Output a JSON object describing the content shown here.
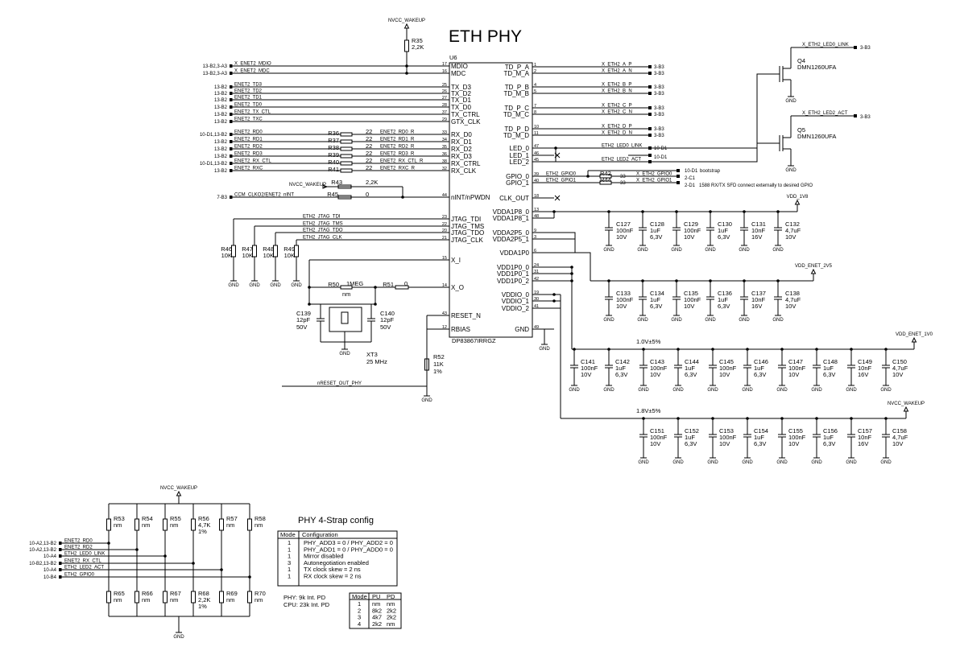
{
  "title": "ETH PHY",
  "ic": {
    "ref": "U6",
    "part": "DP83867IRRGZ",
    "left_pins": [
      {
        "num": "17",
        "name": "MDIO",
        "net": "X_ENET2_MDIO",
        "ref": "13-B2,3-A3"
      },
      {
        "num": "16",
        "name": "MDC",
        "net": "X_ENET2_MDC",
        "ref": "13-B2,3-A3"
      },
      {
        "num": "25",
        "name": "TX_D3",
        "net": "ENET2_TD3",
        "ref": "13-B2"
      },
      {
        "num": "26",
        "name": "TX_D2",
        "net": "ENET2_TD2",
        "ref": "13-B2"
      },
      {
        "num": "27",
        "name": "TX_D1",
        "net": "ENET2_TD1",
        "ref": "13-B2"
      },
      {
        "num": "28",
        "name": "TX_D0",
        "net": "ENET2_TD0",
        "ref": "13-B2"
      },
      {
        "num": "37",
        "name": "TX_CTRL",
        "net": "ENET2_TX_CTL",
        "ref": "13-B2"
      },
      {
        "num": "29",
        "name": "GTX_CLK",
        "net": "ENET2_TXC",
        "ref": "13-B2"
      },
      {
        "num": "33",
        "name": "RX_D0",
        "net": "ENET2_RD0",
        "ref": "10-D1,13-B2",
        "res": "R36",
        "rval": "22",
        "rnet": "ENET2_RD0_R"
      },
      {
        "num": "34",
        "name": "RX_D1",
        "net": "ENET2_RD1",
        "ref": "13-B2",
        "res": "R37",
        "rval": "22",
        "rnet": "ENET2_RD1_R"
      },
      {
        "num": "35",
        "name": "RX_D2",
        "net": "ENET2_RD2",
        "ref": "13-B2",
        "res": "R38",
        "rval": "22",
        "rnet": "ENET2_RD2_R"
      },
      {
        "num": "36",
        "name": "RX_D3",
        "net": "ENET2_RD3",
        "ref": "13-B2",
        "res": "R39",
        "rval": "22",
        "rnet": "ENET2_RD3_R"
      },
      {
        "num": "38",
        "name": "RX_CTRL",
        "net": "ENET2_RX_CTL",
        "ref": "10-D1,13-B2",
        "res": "R40",
        "rval": "22",
        "rnet": "ENET2_RX_CTL_R"
      },
      {
        "num": "32",
        "name": "RX_CLK",
        "net": "ENET2_RXC",
        "ref": "13-B2",
        "res": "R41",
        "rval": "22",
        "rnet": "ENET2_RXC_R"
      },
      {
        "num": "44",
        "name": "nINT/nPWDN",
        "net": "CCM_CLKO2/ENET2_nINT",
        "ref": "7-B3"
      },
      {
        "num": "23",
        "name": "JTAG_TDI",
        "net": "ETH2_JTAG_TDI"
      },
      {
        "num": "22",
        "name": "JTAG_TMS",
        "net": "ETH2_JTAG_TMS"
      },
      {
        "num": "20",
        "name": "JTAG_TDO",
        "net": "ETH2_JTAG_TDO"
      },
      {
        "num": "21",
        "name": "JTAG_CLK",
        "net": "ETH2_JTAG_CLK"
      },
      {
        "num": "15",
        "name": "X_I"
      },
      {
        "num": "14",
        "name": "X_O"
      },
      {
        "num": "43",
        "name": "RESET_N",
        "net": "nRESET_OUT_PHY"
      },
      {
        "num": "12",
        "name": "RBIAS"
      }
    ],
    "right_pins": [
      {
        "num": "1",
        "name": "TD_P_A",
        "net": "X_ETH2_A_P",
        "ref": "3-B3"
      },
      {
        "num": "2",
        "name": "TD_M_A",
        "net": "X_ETH2_A_N",
        "ref": "3-B3"
      },
      {
        "num": "4",
        "name": "TD_P_B",
        "net": "X_ETH2_B_P",
        "ref": "3-B3"
      },
      {
        "num": "5",
        "name": "TD_M_B",
        "net": "X_ETH2_B_N",
        "ref": "3-B3"
      },
      {
        "num": "7",
        "name": "TD_P_C",
        "net": "X_ETH2_C_P",
        "ref": "3-B3"
      },
      {
        "num": "8",
        "name": "TD_M_C",
        "net": "X_ETH2_C_N",
        "ref": "3-B3"
      },
      {
        "num": "10",
        "name": "TD_P_D",
        "net": "X_ETH2_D_P",
        "ref": "3-B3"
      },
      {
        "num": "11",
        "name": "TD_M_D",
        "net": "X_ETH2_D_N",
        "ref": "3-B3"
      },
      {
        "num": "47",
        "name": "LED_0",
        "net": "ETH2_LED0_LINK",
        "ref": "10-D1"
      },
      {
        "num": "46",
        "name": "LED_1"
      },
      {
        "num": "45",
        "name": "LED_2",
        "net": "ETH2_LED2_ACT",
        "ref": "10-D1"
      },
      {
        "num": "39",
        "name": "GPIO_0",
        "net": "ETH2_GPIO0"
      },
      {
        "num": "40",
        "name": "GPIO_1",
        "net": "ETH2_GPIO1"
      },
      {
        "num": "18",
        "name": "CLK_OUT"
      },
      {
        "num": "13",
        "name": "VDDA1P8_0"
      },
      {
        "num": "48",
        "name": "VDDA1P8_1"
      },
      {
        "num": "9",
        "name": "VDDA2P5_0"
      },
      {
        "num": "3",
        "name": "VDDA2P5_1"
      },
      {
        "num": "6",
        "name": "VDDA1P0"
      },
      {
        "num": "24",
        "name": "VDD1P0_0"
      },
      {
        "num": "31",
        "name": "VDD1P0_1"
      },
      {
        "num": "42",
        "name": "VDD1P0_2"
      },
      {
        "num": "19",
        "name": "VDDIO_0"
      },
      {
        "num": "30",
        "name": "VDDIO_1"
      },
      {
        "num": "41",
        "name": "VDDIO_2"
      },
      {
        "num": "49",
        "name": "GND"
      }
    ]
  },
  "top": {
    "nvcc": "NVCC_WAKEUP",
    "r35": "R35",
    "r35v": "2,2K"
  },
  "misc": {
    "r43": "R43",
    "r43v": "2,2K",
    "nvcc_l": "NVCC_WAKEUP",
    "r45": "R45",
    "r45v": "0",
    "r46": "R46",
    "r47": "R47",
    "r48": "R48",
    "r49": "R49",
    "rj": "10K",
    "r50": "R50",
    "r50v": "1MEG",
    "nm": "nm",
    "r51": "R51",
    "r51v": "0",
    "c139": "C139",
    "c140": "C140",
    "cxv": "12pF",
    "cxvv": "50V",
    "xt": "XT3",
    "xtf": "25 MHz",
    "r52": "R52",
    "r52v": "11K",
    "r52p": "1%",
    "gnd": "GND",
    "r42": "R42",
    "r44": "R44",
    "r33": "33",
    "gp0net": "X_ETH2_GPIO0",
    "gp1net": "X_ETH2_GPIO1",
    "ref_boot": "10-D1",
    "boot": "bootstrap",
    "ref_2c1": "2-C1",
    "ref_2d1": "2-D1",
    "sfd": "1588 RX/TX SFD connect externally to desired GPIO",
    "q4": "Q4",
    "q5": "Q5",
    "qpart": "DMN1260UFA",
    "led0": "X_ETH2_LED0_LINK",
    "led2": "X_ETH2_LED2_ACT",
    "ref3b3": "3-B3"
  },
  "rails": {
    "r18": {
      "name": "VDD_1V8",
      "caps": [
        [
          "C127",
          "100nF",
          "10V"
        ],
        [
          "C128",
          "1uF",
          "6,3V"
        ],
        [
          "C129",
          "100nF",
          "10V"
        ],
        [
          "C130",
          "1uF",
          "6,3V"
        ],
        [
          "C131",
          "10nF",
          "16V"
        ],
        [
          "C132",
          "4,7uF",
          "10V"
        ]
      ]
    },
    "r25": {
      "name": "VDD_ENET_2V5",
      "caps": [
        [
          "C133",
          "100nF",
          "10V"
        ],
        [
          "C134",
          "1uF",
          "6,3V"
        ],
        [
          "C135",
          "100nF",
          "10V"
        ],
        [
          "C136",
          "1uF",
          "6,3V"
        ],
        [
          "C137",
          "10nF",
          "16V"
        ],
        [
          "C138",
          "4,7uF",
          "10V"
        ]
      ]
    },
    "r10": {
      "name": "VDD_ENET_1V0",
      "tol": "1.0V±5%",
      "caps": [
        [
          "C141",
          "100nF",
          "10V"
        ],
        [
          "C142",
          "1uF",
          "6,3V"
        ],
        [
          "C143",
          "100nF",
          "10V"
        ],
        [
          "C144",
          "1uF",
          "6,3V"
        ],
        [
          "C145",
          "100nF",
          "10V"
        ],
        [
          "C146",
          "1uF",
          "6,3V"
        ],
        [
          "C147",
          "100nF",
          "10V"
        ],
        [
          "C148",
          "1uF",
          "6,3V"
        ],
        [
          "C149",
          "10nF",
          "16V"
        ],
        [
          "C150",
          "4,7uF",
          "10V"
        ]
      ]
    },
    "r18b": {
      "name": "NVCC_WAKEUP",
      "tol": "1.8V±5%",
      "caps": [
        [
          "C151",
          "100nF",
          "10V"
        ],
        [
          "C152",
          "1uF",
          "6,3V"
        ],
        [
          "C153",
          "100nF",
          "10V"
        ],
        [
          "C154",
          "1uF",
          "6,3V"
        ],
        [
          "C155",
          "100nF",
          "10V"
        ],
        [
          "C156",
          "1uF",
          "6,3V"
        ],
        [
          "C157",
          "10nF",
          "16V"
        ],
        [
          "C158",
          "4,7uF",
          "10V"
        ]
      ]
    }
  },
  "strap": {
    "nvcc": "NVCC_WAKEUP",
    "top": [
      [
        "R53",
        "nm",
        ""
      ],
      [
        "R54",
        "nm",
        ""
      ],
      [
        "R55",
        "nm",
        ""
      ],
      [
        "R56",
        "4,7K",
        "1%"
      ],
      [
        "R57",
        "nm",
        ""
      ],
      [
        "R58",
        "nm",
        ""
      ]
    ],
    "bot": [
      [
        "R65",
        "nm",
        ""
      ],
      [
        "R66",
        "nm",
        ""
      ],
      [
        "R67",
        "nm",
        ""
      ],
      [
        "R68",
        "2,2K",
        "1%"
      ],
      [
        "R69",
        "nm",
        ""
      ],
      [
        "R70",
        "nm",
        ""
      ]
    ],
    "nets": [
      [
        "ENET2_RD0",
        "10-A2,13-B2"
      ],
      [
        "ENET2_RD2",
        "10-A2,13-B2"
      ],
      [
        "ETH2_LED0_LINK",
        "10-A4"
      ],
      [
        "ENET2_RX_CTL",
        "10-B2,13-B2"
      ],
      [
        "ETH2_LED2_ACT",
        "10-A4"
      ],
      [
        "ETH2_GPIO0",
        "10-B4"
      ]
    ],
    "gnd": "GND"
  },
  "config": {
    "title": "PHY 4-Strap config",
    "headers": [
      "Mode",
      "Configuration"
    ],
    "rows": [
      [
        "1",
        "PHY_ADD3 = 0 / PHY_ADD2 = 0"
      ],
      [
        "1",
        "PHY_ADD1 = 0 / PHY_ADD0 = 0"
      ],
      [
        "1",
        "Mirror disabled"
      ],
      [
        "3",
        "Autonegotiation enabled"
      ],
      [
        "1",
        "TX clock skew = 2 ns"
      ],
      [
        "1",
        "RX clock skew = 2 ns"
      ]
    ],
    "note1": "PHY: 9k Int. PD",
    "note2": "CPU: 23k Int. PD",
    "mode_headers": [
      "Mode",
      "PU",
      "PD"
    ],
    "mode_rows": [
      [
        "1",
        "nm",
        "nm"
      ],
      [
        "2",
        "8k2",
        "2k2"
      ],
      [
        "3",
        "4k7",
        "2k2"
      ],
      [
        "4",
        "2k2",
        "nm"
      ]
    ]
  }
}
